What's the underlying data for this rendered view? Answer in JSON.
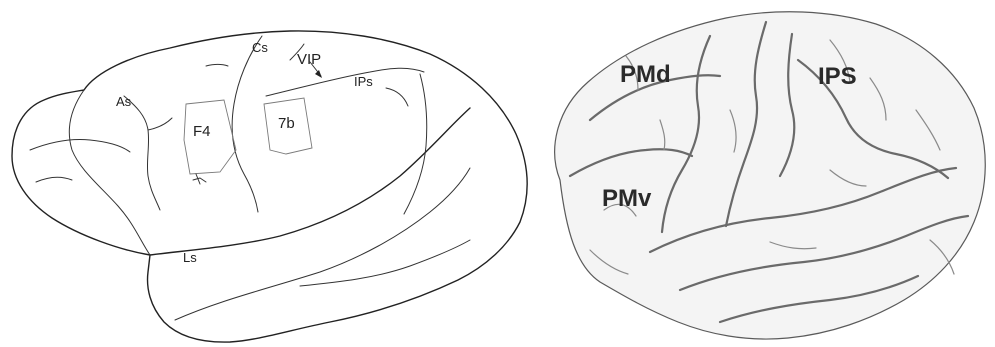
{
  "monkey_brain": {
    "labels": {
      "cs": "Cs",
      "vip": "VIP",
      "ips": "IPs",
      "as": "As",
      "f4": "F4",
      "area_7b": "7b",
      "ls": "Ls"
    }
  },
  "human_brain": {
    "labels": {
      "pmd": "PMd",
      "ips": "IPS",
      "pmv": "PMv"
    }
  }
}
